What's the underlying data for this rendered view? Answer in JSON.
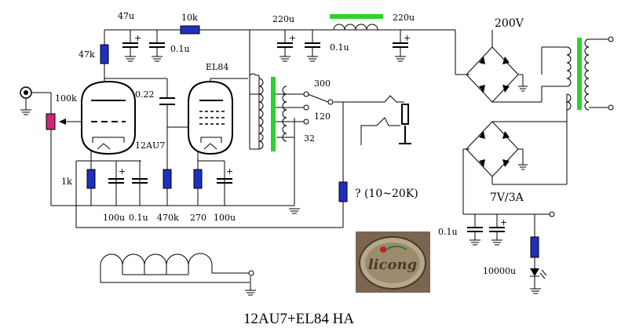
{
  "title": "12AU7+EL84 HA",
  "labels": {
    "c47u": "47u",
    "r10k": "10k",
    "c220u_a": "220u",
    "c220u_b": "220u",
    "v200": "200V",
    "r47k": "47k",
    "c01u_a": "0.1u",
    "c01u_b": "0.1u",
    "el84": "EL84",
    "tap300": "300",
    "tap120": "120",
    "tap32": "32",
    "r100k": "100k",
    "c022": "0.22",
    "au7": "12AU7",
    "r1k": "1k",
    "rq": "? (10~20K)",
    "v7": "7V/3A",
    "c100u_a": "100u",
    "c01u_c": "0.1u",
    "r470k": "470k",
    "r270": "270",
    "c100u_b": "100u",
    "c01u_d": "0.1u",
    "c10000u": "10000u"
  },
  "logo": {
    "text": "licong"
  },
  "colors": {
    "resistor": "#1f2fbf",
    "pot": "#d0237a",
    "transformer": "#2ed12e",
    "logo_bg": "#7a6650",
    "logo_rose": "#c0201c"
  }
}
